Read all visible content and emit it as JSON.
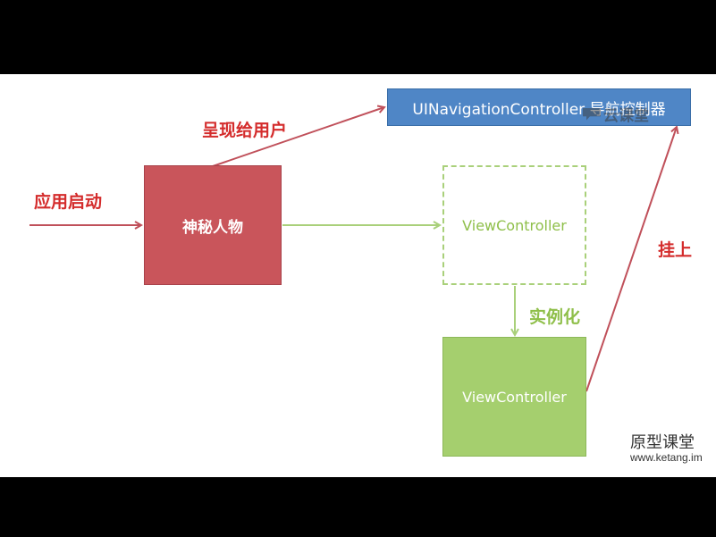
{
  "nodes": {
    "mystery": "神秘人物",
    "vc_placeholder": "ViewController",
    "vc_instance": "ViewController",
    "nav_controller": "UINavigationController 导航控制器"
  },
  "edges": {
    "launch": "应用启动",
    "present": "呈现给用户",
    "instantiate": "实例化",
    "attach": "挂上"
  },
  "brand": {
    "name": "原型课堂",
    "url": "www.ketang.im",
    "watermark": "云课堂"
  },
  "colors": {
    "red_box": "#c9555b",
    "green_box": "#a5cf6e",
    "blue_box": "#4f86c6",
    "red_arrow": "#c0505a",
    "green_arrow": "#a9d07a",
    "red_text": "#d42c2c",
    "green_text": "#8fbf4a"
  }
}
